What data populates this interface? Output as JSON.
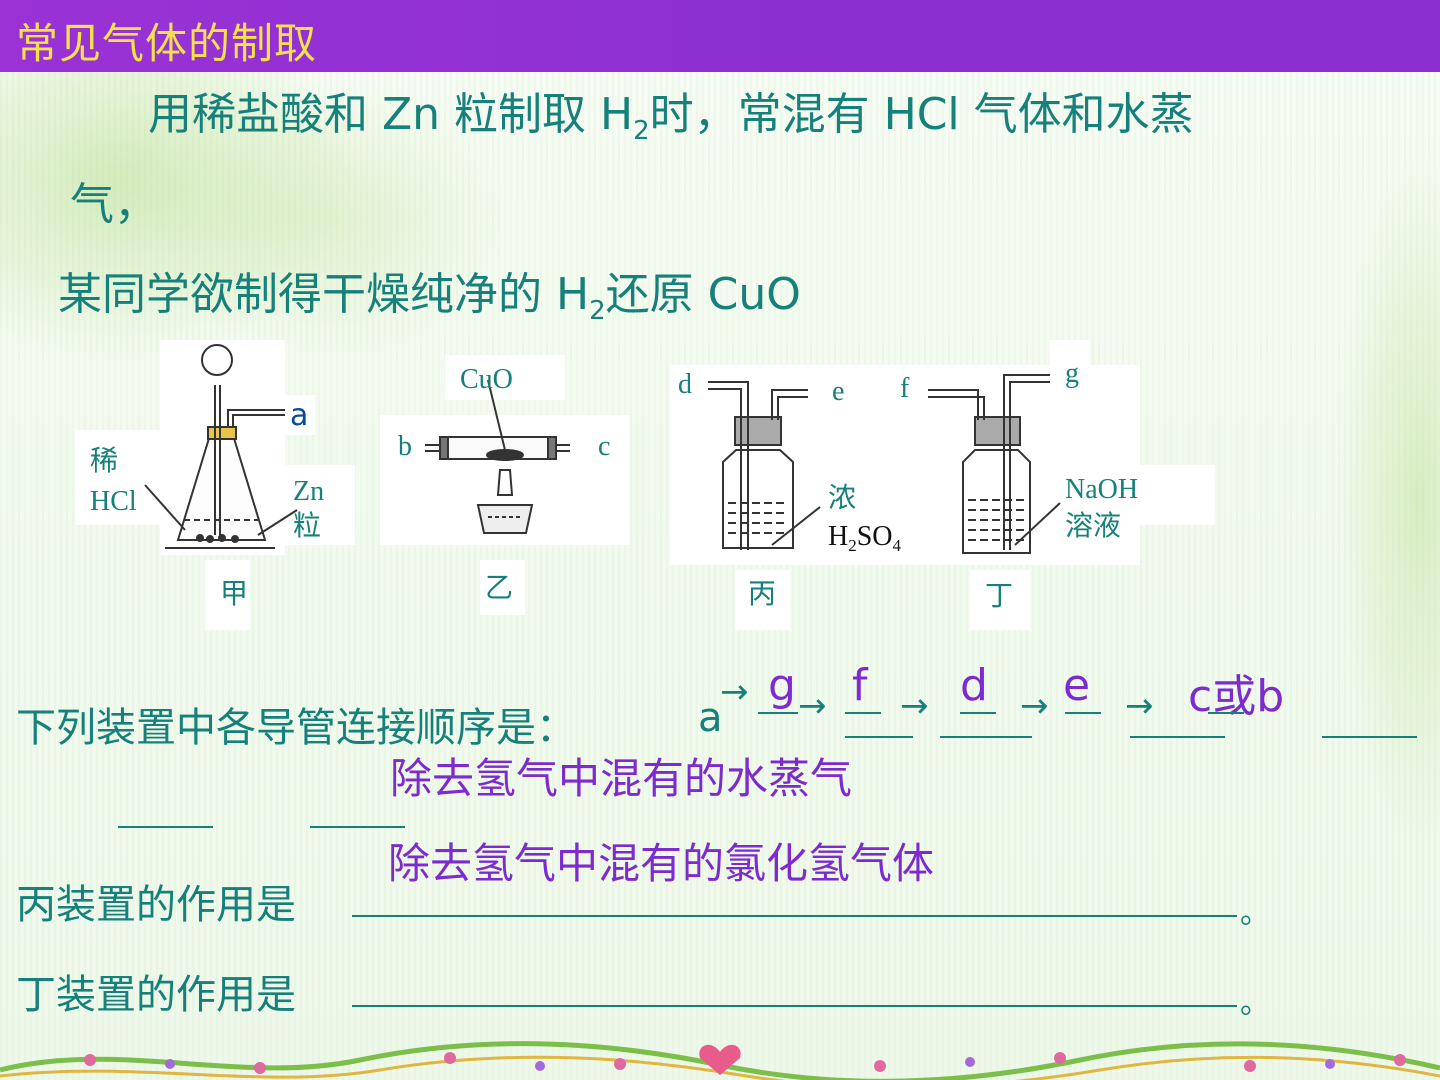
{
  "slide": {
    "title": "常见气体的制取",
    "intro_line1": "用稀盐酸和 Zn 粒制取 H",
    "intro_sub1": "2",
    "intro_line1_rest": "时，常混有 HCl 气体和水蒸",
    "intro_line2": "气，",
    "intro_line3": "某同学欲制得干燥纯净的 H",
    "intro_sub3": "2",
    "intro_line3_rest": "还原 CuO"
  },
  "figure": {
    "labels": {
      "jia": "甲",
      "yi": "乙",
      "bing": "丙",
      "ding": "丁",
      "a": "a",
      "b": "b",
      "c": "c",
      "d": "d",
      "e": "e",
      "f": "f",
      "g": "g",
      "dilute": "稀",
      "hcl": "HCl",
      "zn": "Zn",
      "zn_grain": "粒",
      "cuo": "CuO",
      "conc": "浓",
      "h2so4": "H2SO4",
      "naoh": "NaOH",
      "solution": "溶液"
    }
  },
  "questions": {
    "q1_label": "下列装置中各导管连接顺序是：",
    "q1_start": "a",
    "arrow": "→",
    "q2_label": "丙装置的作用是",
    "q3_label": "丁装置的作用是",
    "period": "。"
  },
  "answers": {
    "seq": [
      "g",
      "f",
      "d",
      "e",
      "c或b"
    ],
    "bing_purpose": "除去氢气中混有的水蒸气",
    "ding_purpose": "除去氢气中混有的氯化氢气体"
  },
  "colors": {
    "title_bar": "#8a2fd0",
    "title_text": "#f3e04a",
    "body_text": "#16807a",
    "answer_text": "#7d2bd0"
  }
}
